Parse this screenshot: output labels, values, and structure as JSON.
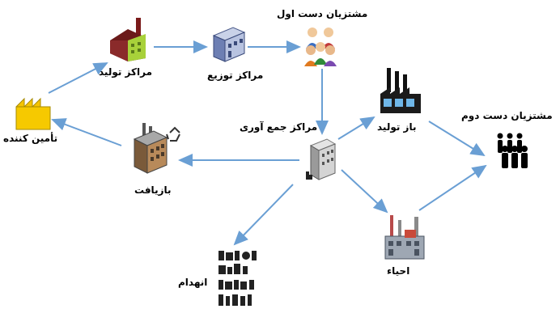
{
  "nodes": {
    "supplier": {
      "label": "تأمین کننده",
      "icon": "factory-yellow-icon"
    },
    "production": {
      "label": "مراکز تولید",
      "icon": "factory-green-icon"
    },
    "distribution": {
      "label": "مراکز توزیع",
      "icon": "warehouse-icon"
    },
    "first_customers": {
      "label": "مشتزیان دست اول",
      "icon": "customer-group-icon"
    },
    "collection": {
      "label": "مراکز جمع آوری",
      "icon": "collection-building-icon"
    },
    "remanufacture": {
      "label": "باز تولید",
      "icon": "factory-blue-icon"
    },
    "second_customers": {
      "label": "مشتزیان دست دوم",
      "icon": "people-silhouette-icon"
    },
    "recycling": {
      "label": "بازیافت",
      "icon": "recycle-plant-icon"
    },
    "refurbish": {
      "label": "احیاء",
      "icon": "industrial-plant-icon"
    },
    "disposal": {
      "label": "انهدام",
      "icon": "scrap-pile-icon"
    }
  },
  "colors": {
    "arrow": "#6a9fd4",
    "label": "#000000"
  }
}
